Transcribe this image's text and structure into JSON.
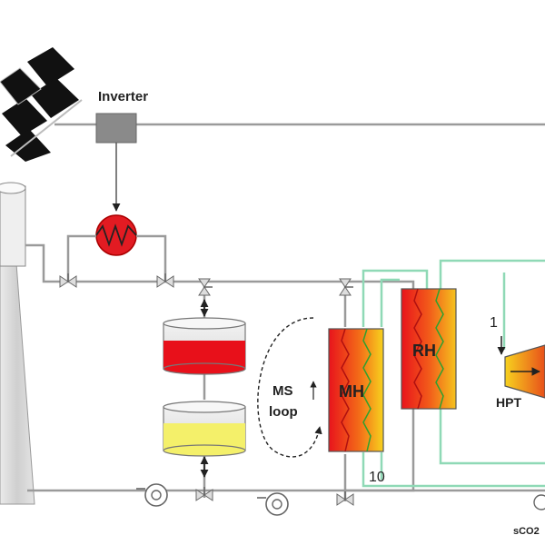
{
  "labels": {
    "inverter": "Inverter",
    "ms_loop_line1": "MS",
    "ms_loop_line2": "loop",
    "mh": "MH",
    "rh": "RH",
    "hpt": "HPT",
    "point_1": "1",
    "point_10": "10",
    "sco2": "sCO2"
  },
  "colors": {
    "pipe": "#9a9a9a",
    "sco2_pipe": "#8fd9b6",
    "hot_salt": "#e8101a",
    "cold_salt": "#f4f06a",
    "heater": "#e21b22",
    "inverter_box": "#8a8a8a",
    "hx_hot": "#e8141c",
    "hx_warm": "#f7d21e",
    "turbine": "#f08a18"
  },
  "icons": {
    "solar_panel": "solar-panel-icon",
    "heater": "electric-heater-icon",
    "valve": "valve-icon",
    "pump": "pump-icon"
  }
}
